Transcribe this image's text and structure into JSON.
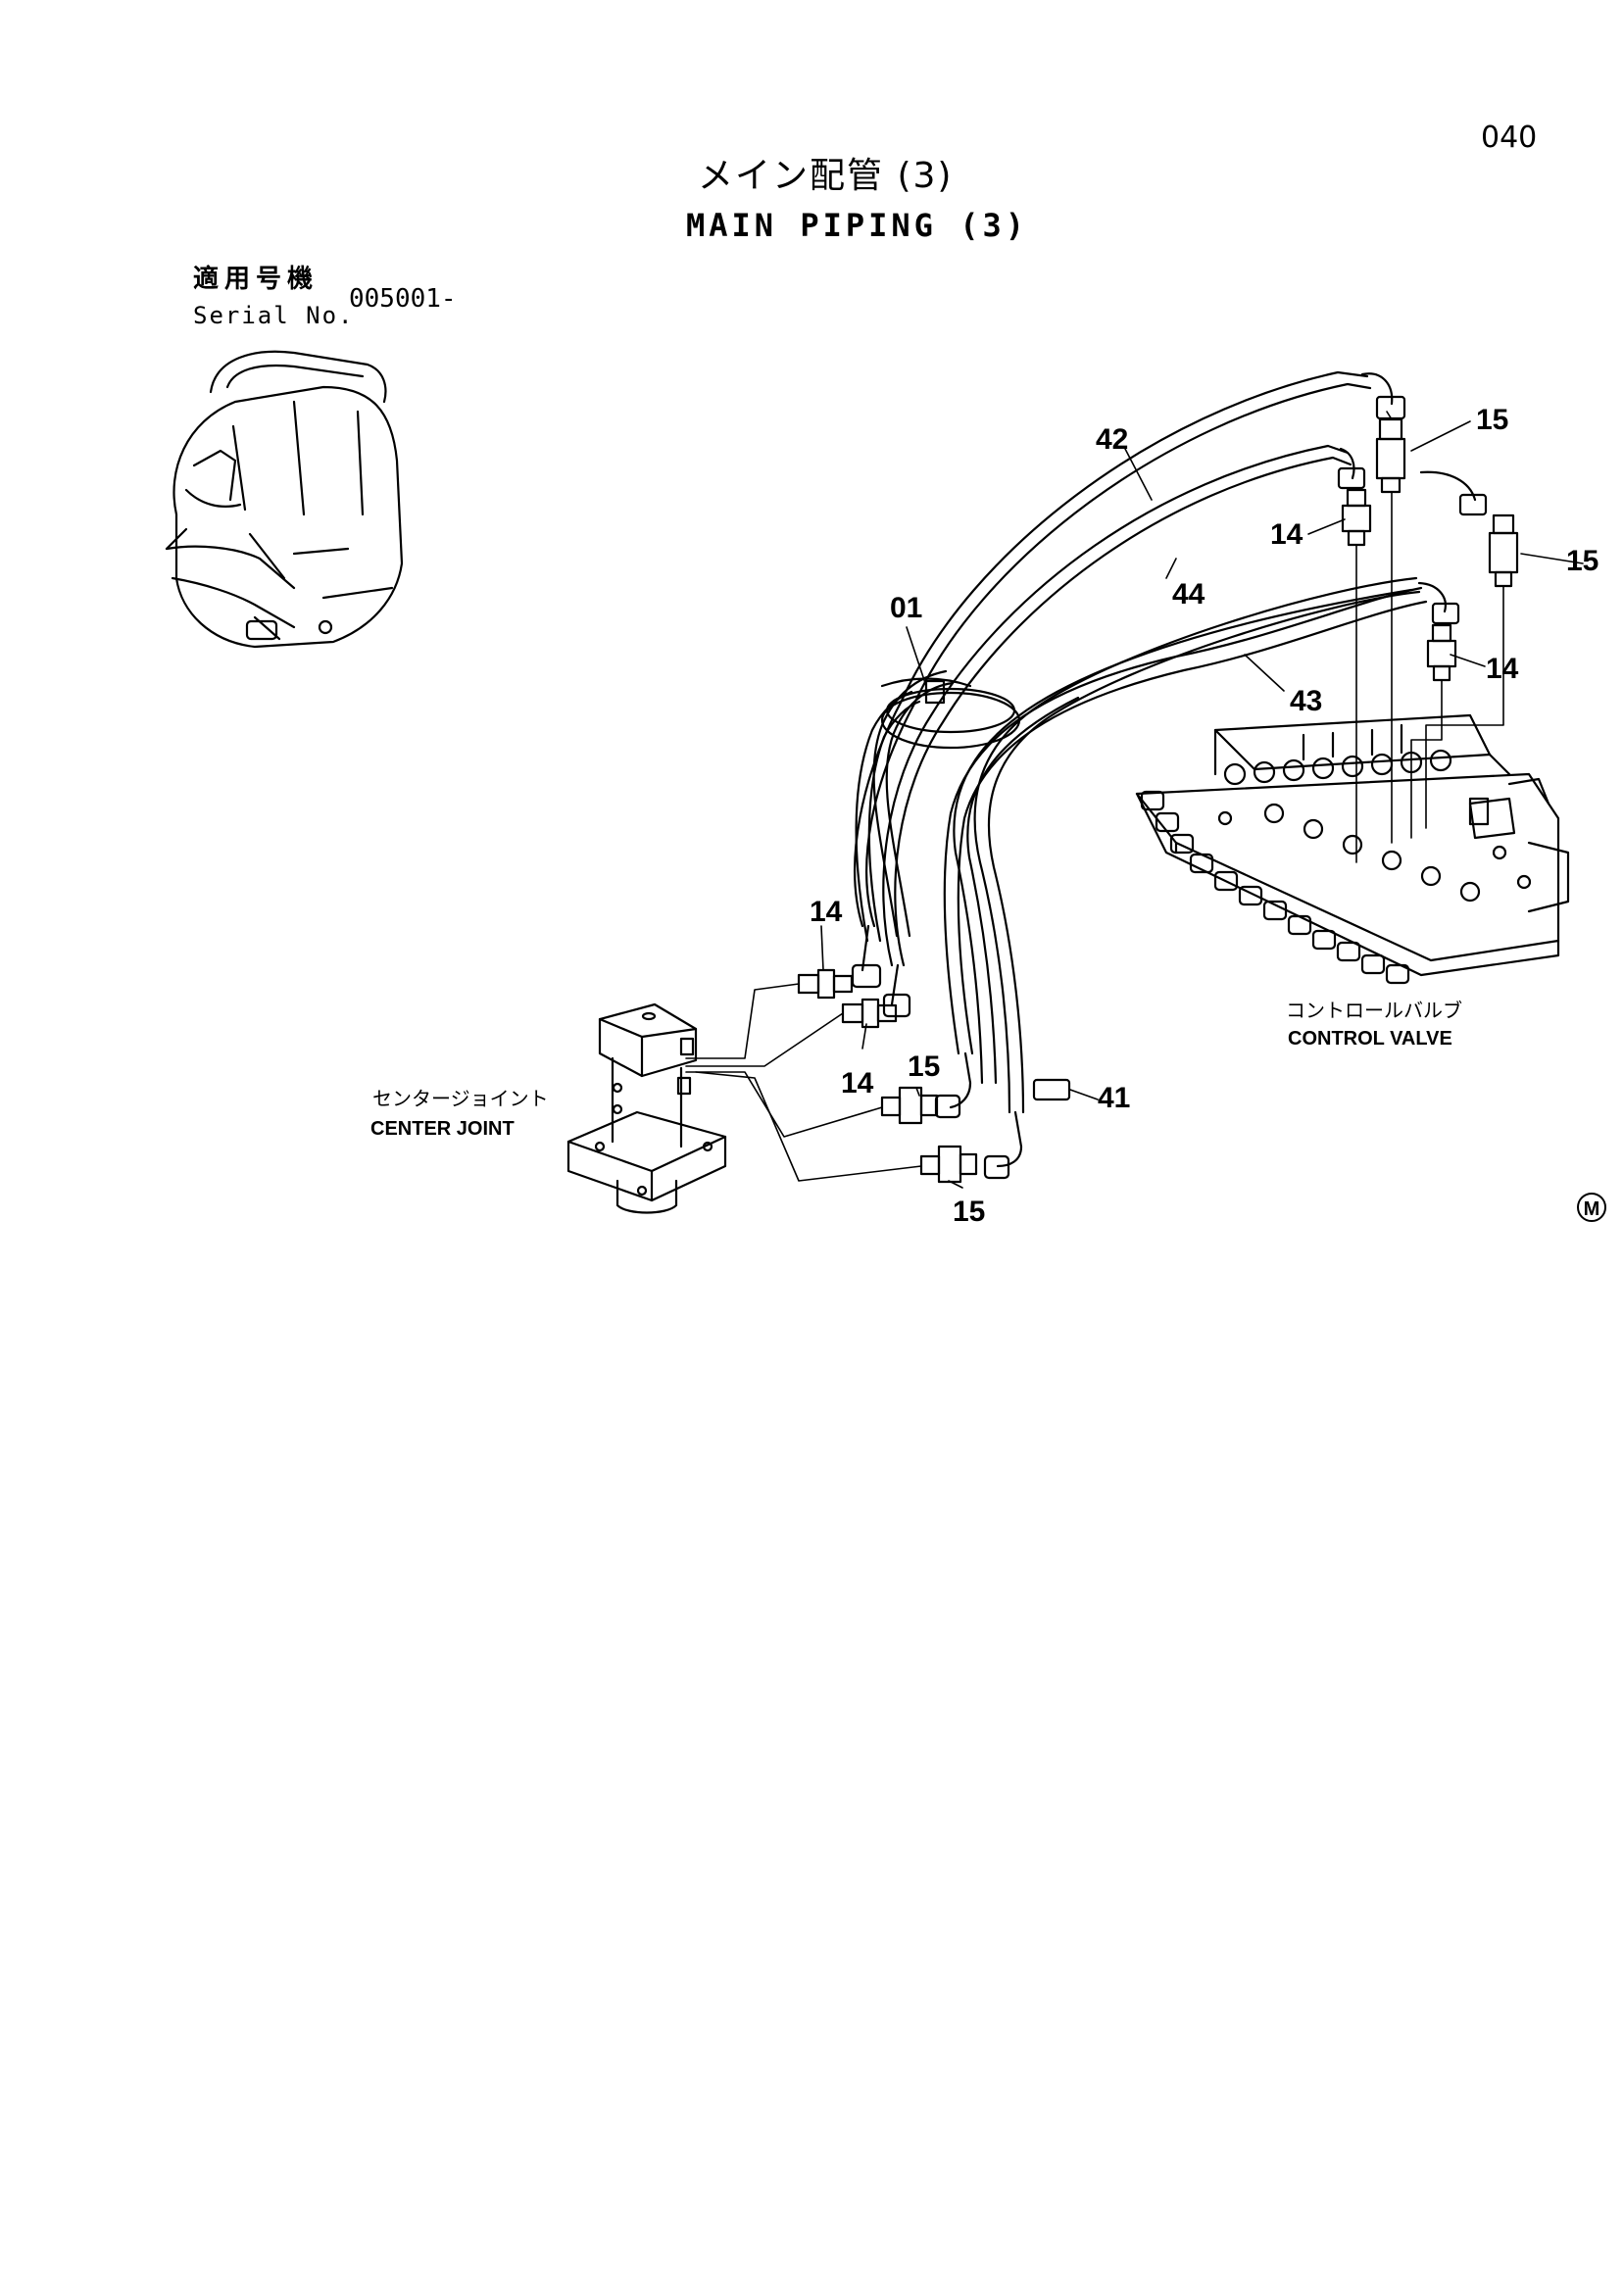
{
  "header": {
    "page_number": "040",
    "title_jp": "メイン配管 (3)",
    "title_en": "MAIN PIPING (3)"
  },
  "serial": {
    "label_jp": "適用号機",
    "label_en": "Serial No.",
    "value": "005001-"
  },
  "callouts": {
    "c42": "42",
    "c15_top": "15",
    "c14_upper": "14",
    "c44": "44",
    "c15_right": "15",
    "c01": "01",
    "c14_right": "14",
    "c43": "43",
    "c14_left_top": "14",
    "c15_mid": "15",
    "c14_mid": "14",
    "c41": "41",
    "c15_bottom": "15"
  },
  "labels": {
    "center_joint_jp": "センタージョイント",
    "center_joint_en": "CENTER JOINT",
    "control_valve_jp": "コントロールバルブ",
    "control_valve_en": "CONTROL VALVE",
    "mark": "M"
  }
}
